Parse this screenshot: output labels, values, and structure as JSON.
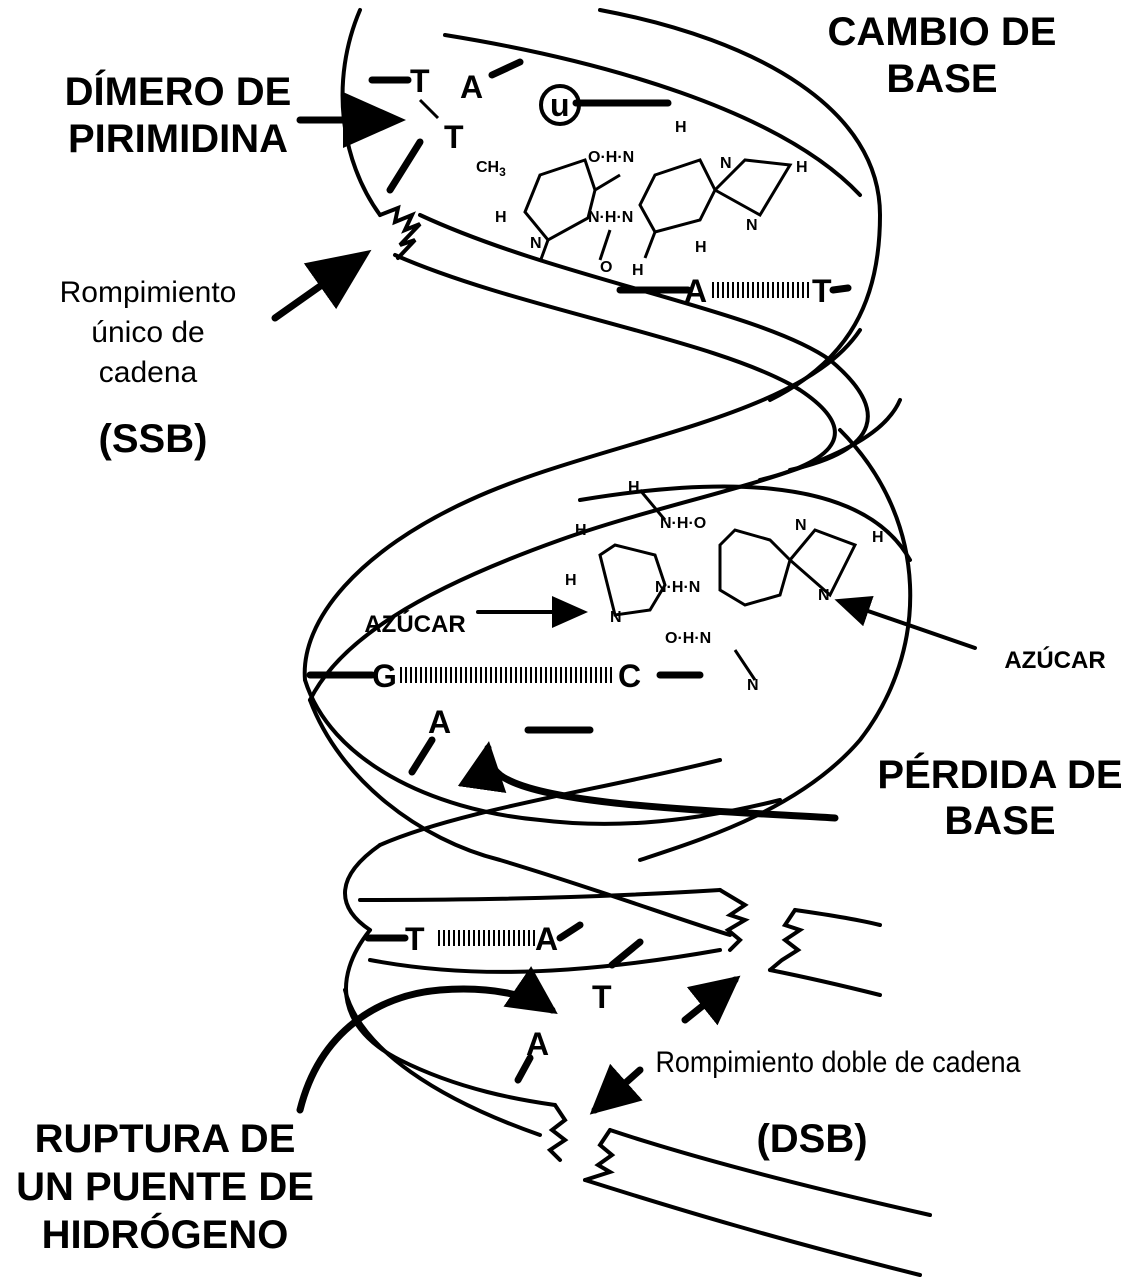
{
  "labels": {
    "cambio_base": [
      "CAMBIO DE",
      "BASE"
    ],
    "dimero": [
      "DÍMERO DE",
      "PIRIMIDINA"
    ],
    "ssb_desc": [
      "Rompimiento",
      "único de",
      "cadena"
    ],
    "ssb_abbr": "(SSB)",
    "azucar_left": "AZÚCAR",
    "azucar_right": "AZÚCAR",
    "perdida_base": [
      "PÉRDIDA DE",
      "BASE"
    ],
    "dsb_desc": "Rompimiento doble de cadena",
    "dsb_abbr": "(DSB)",
    "ruptura": [
      "RUPTURA DE",
      "UN PUENTE DE",
      "HIDRÓGENO"
    ]
  },
  "bases": {
    "dimer_t1": "T",
    "dimer_a": "A",
    "dimer_t2": "T",
    "uracil": "u",
    "pair1_a": "A",
    "pair1_t": "T",
    "pair2_g": "G",
    "pair2_c": "C",
    "lost_a": "A",
    "pair3_t": "T",
    "pair3_a": "A",
    "lone_t": "T",
    "lone_a": "A"
  },
  "molecule_top": {
    "ch3": "CH",
    "ch3_sub": "3",
    "o_h_n": "O·H·N",
    "h_top": "H",
    "n_h_n": "N·H·N",
    "n_right_top": "N",
    "h_right": "H",
    "n_right_bot": "N",
    "h_left": "H",
    "n_left": "N",
    "o_bottom": "O",
    "h_bottom": "H",
    "h_mid": "H"
  },
  "molecule_mid": {
    "h_top": "H",
    "n_h_o": "N·H·O",
    "h_left_top": "H",
    "n_h_n": "N·H·N",
    "h_left_mid": "H",
    "n_left": "N",
    "o_h_n": "O·H·N",
    "n_right_top": "N",
    "h_right": "H",
    "n_right": "N",
    "n_bottom": "N"
  }
}
